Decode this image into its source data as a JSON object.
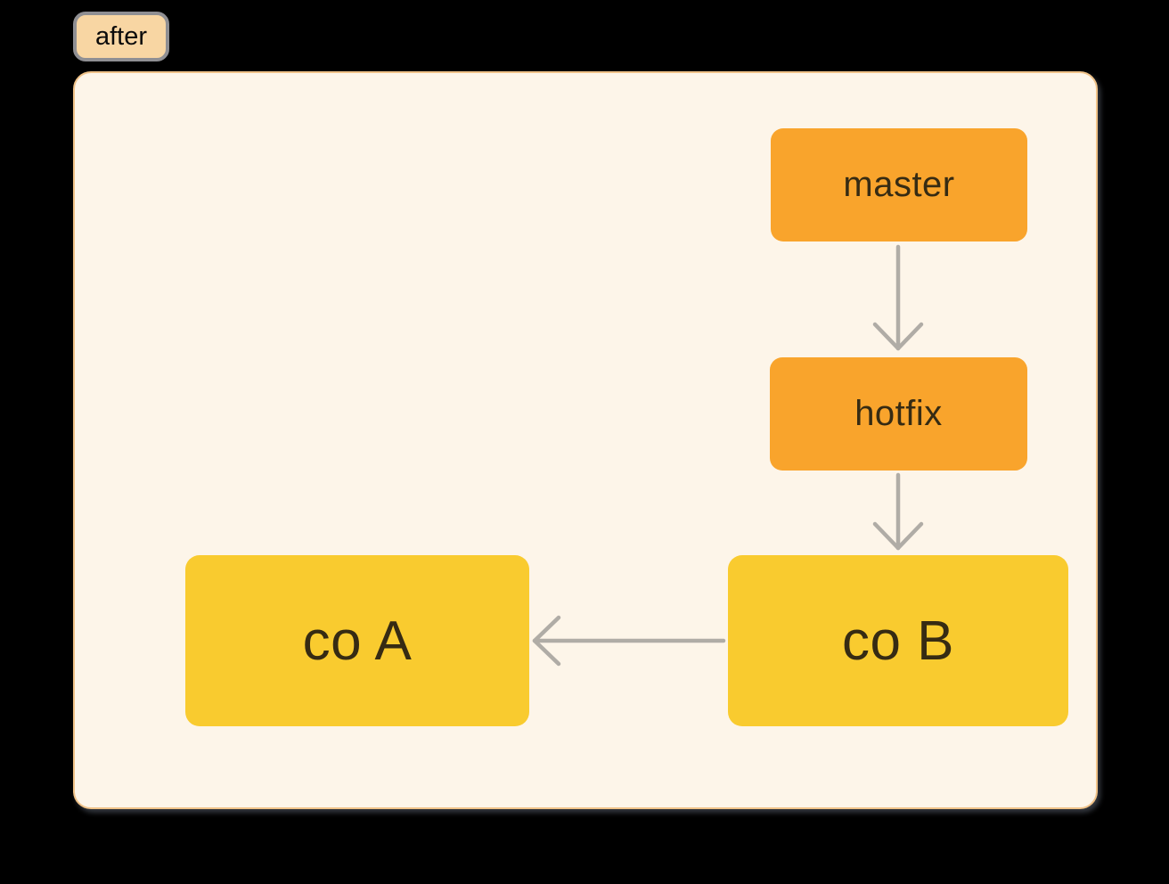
{
  "page": {
    "background_color": "#000000"
  },
  "state_badge": {
    "label": "after",
    "background_color": "#F8D6A3"
  },
  "diagram": {
    "container": {
      "background_color": "#FDF5E9",
      "border_color": "#F0C288"
    },
    "arrow_color": "#B0ACA6",
    "nodes": [
      {
        "id": "master",
        "label": "master",
        "fill": "#F9A42C"
      },
      {
        "id": "hotfix",
        "label": "hotfix",
        "fill": "#F9A42C"
      },
      {
        "id": "co-b",
        "label": "co B",
        "fill": "#F9CB2F"
      },
      {
        "id": "co-a",
        "label": "co A",
        "fill": "#F9CB2F"
      }
    ],
    "edges": [
      {
        "from": "master",
        "to": "hotfix",
        "direction": "down"
      },
      {
        "from": "hotfix",
        "to": "co-b",
        "direction": "down"
      },
      {
        "from": "co-b",
        "to": "co-a",
        "direction": "left"
      }
    ]
  }
}
